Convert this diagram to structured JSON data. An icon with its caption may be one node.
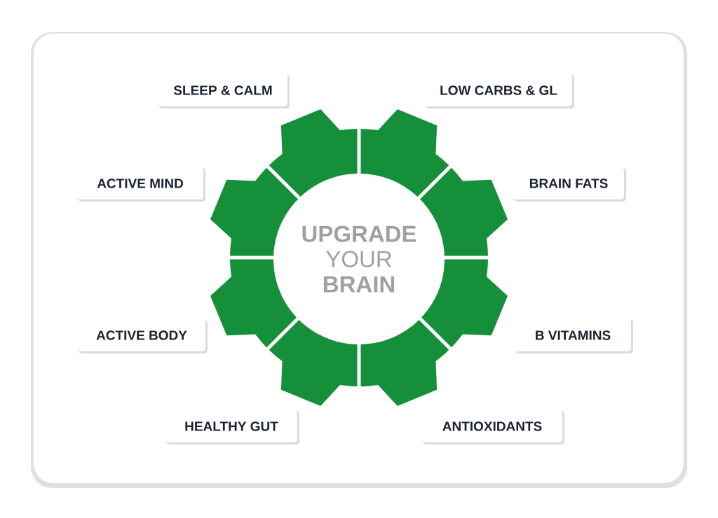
{
  "diagram": {
    "nodes": [
      {
        "text": [
          "**UPGRADE** YOUR **BRAIN**"
        ]
      },
      {
        "text": [
          "SLEEP & CALM"
        ]
      },
      {
        "text": [
          "LOW CARBS & GL"
        ]
      },
      {
        "text": [
          "ACTIVE MIND"
        ]
      },
      {
        "text": [
          "BRAIN FATS"
        ]
      },
      {
        "text": [
          "ACTIVE BODY"
        ]
      },
      {
        "text": [
          "B VITAMINS"
        ]
      },
      {
        "text": [
          "HEALTHY GUT"
        ]
      },
      {
        "text": [
          "ANTIOXIDANTS"
        ]
      }
    ],
    "edges": []
  }
}
